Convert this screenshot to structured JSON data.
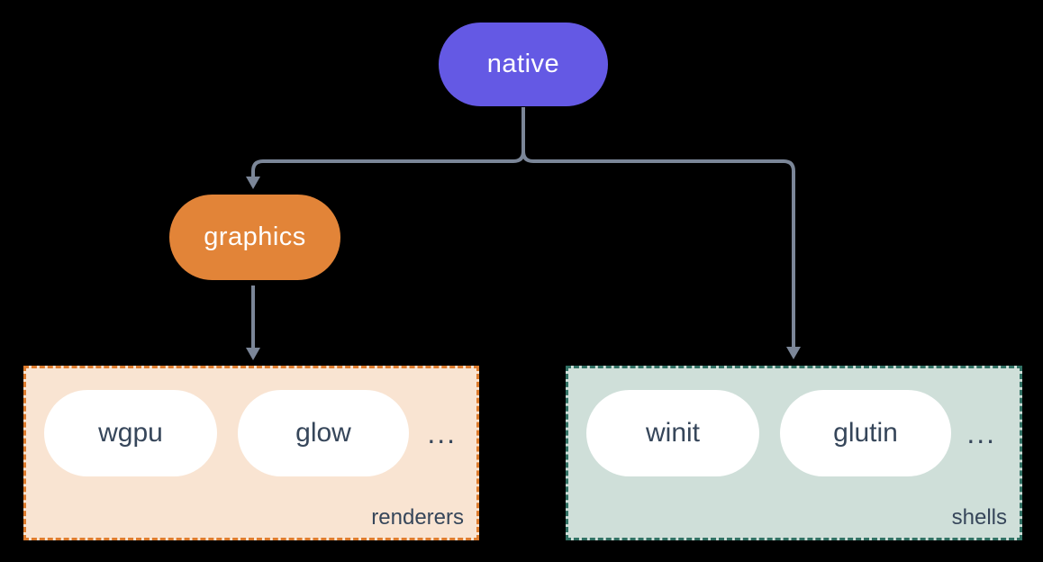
{
  "colors": {
    "canvas_bg": "#000000",
    "connector": "#7b8698",
    "native_node": "#6459e4",
    "graphics_node": "#e28438",
    "node_text": "#ffffff",
    "pill_bg": "#ffffff",
    "pill_text": "#36465a",
    "renderers_bg": "#f9e4d2",
    "renderers_border": "#de7c2e",
    "shells_bg": "#cfdfd9",
    "shells_border": "#317164",
    "group_label_text": "#36465a"
  },
  "nodes": {
    "native": {
      "label": "native"
    },
    "graphics": {
      "label": "graphics"
    }
  },
  "groups": {
    "renderers": {
      "label": "renderers",
      "items": [
        "wgpu",
        "glow"
      ],
      "ellipsis": "..."
    },
    "shells": {
      "label": "shells",
      "items": [
        "winit",
        "glutin"
      ],
      "ellipsis": "..."
    }
  }
}
